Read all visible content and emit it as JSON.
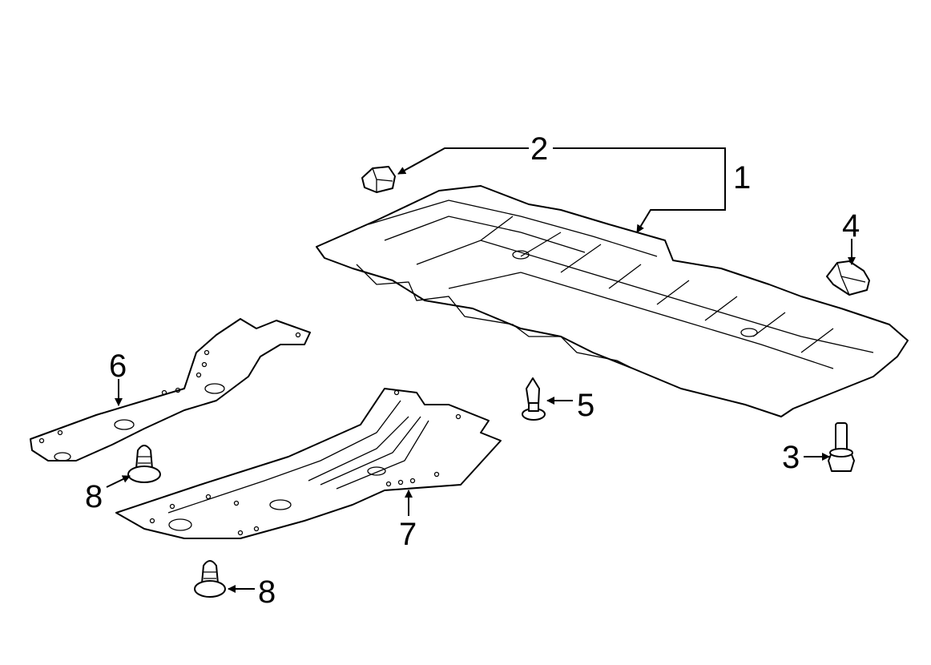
{
  "diagram": {
    "type": "exploded parts diagram",
    "callouts": [
      {
        "id": "1",
        "label": "1"
      },
      {
        "id": "2",
        "label": "2"
      },
      {
        "id": "3",
        "label": "3"
      },
      {
        "id": "4",
        "label": "4"
      },
      {
        "id": "5",
        "label": "5"
      },
      {
        "id": "6",
        "label": "6"
      },
      {
        "id": "7",
        "label": "7"
      },
      {
        "id": "8a",
        "label": "8"
      },
      {
        "id": "8b",
        "label": "8"
      }
    ]
  }
}
